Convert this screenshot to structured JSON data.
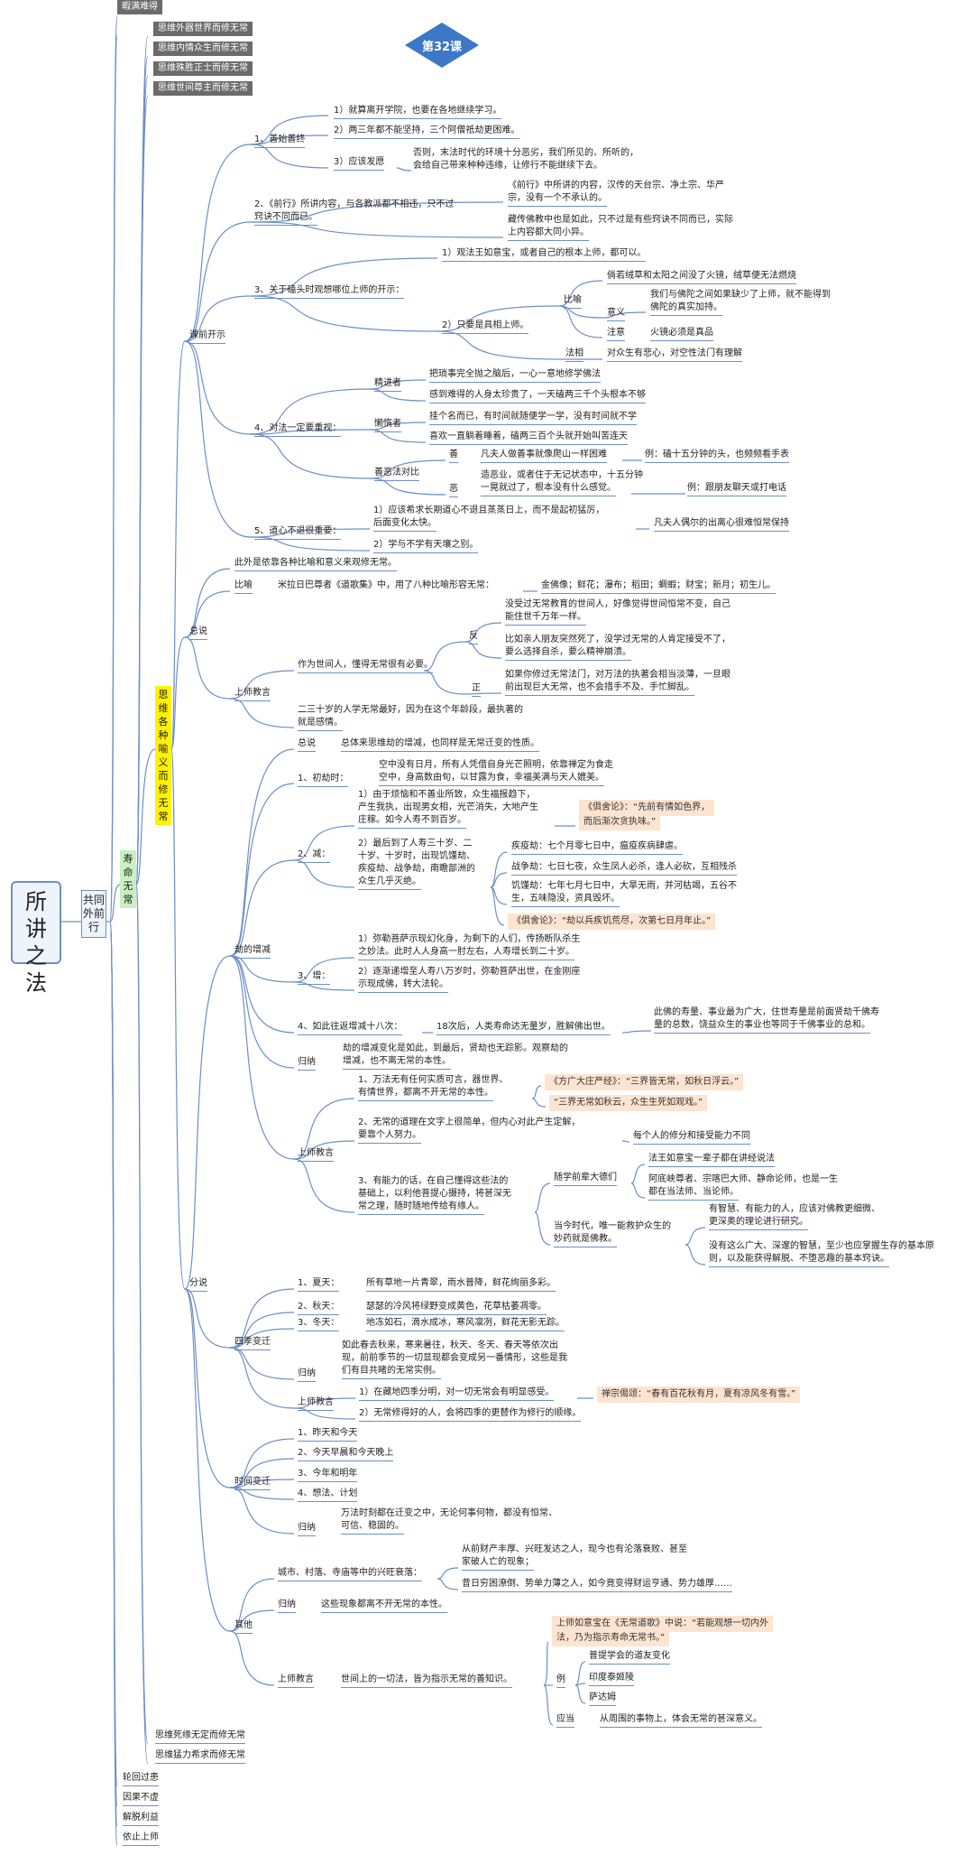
{
  "title": "第32课",
  "root": "所讲之法",
  "l1": "共同外前行",
  "top_items": [
    "暇满难得",
    "思维外器世界而修无常",
    "思维内情众生而修无常",
    "思维殊胜正士而修无常",
    "思维世间尊主而修无常"
  ],
  "bottom_items": [
    "思维死缘无定而修无常",
    "思维猛力希求而修无常"
  ],
  "tail_items": [
    "轮回过患",
    "因果不虚",
    "解脱利益",
    "依止上师"
  ],
  "shouming": "寿命无常",
  "zhuwei": "思维各种喻义而修无常",
  "kqks": {
    "label": "课前开示",
    "s1": {
      "label": "1、善始善终",
      "items": [
        "1）就算离开学院，也要在各地继续学习。",
        "2）两三年都不能坚持，三个阿僧祇劫更困难。",
        "3）应该发愿"
      ],
      "note": [
        "否则，末法时代的环境十分恶劣，我们所见的、所听的，",
        "会给自己带来种种违缘，让修行不能继续下去。"
      ]
    },
    "s2": {
      "label": [
        "2、《前行》所讲内容，与各教派都不相违，只不过",
        "窍诀不同而已。"
      ],
      "items": [
        [
          "《前行》中所讲的内容，汉传的天台宗、净土宗、华严",
          "宗，没有一个不承认的。"
        ],
        [
          "藏传佛教中也是如此，只不过是有些窍诀不同而已，实际",
          "上内容都大同小异。"
        ]
      ]
    },
    "s3": {
      "label": "3、关于磕头时观想哪位上师的开示：",
      "a": "1）观法王如意宝，或者自己的根本上师，都可以。",
      "b": "2）只要是具相上师。",
      "biyu": "比喻",
      "fuxiang": "法相",
      "yu": "倘若绒草和太阳之间没了火镜，绒草便无法燃烧",
      "yi": "意义",
      "yi_text": [
        "我们与佛陀之间如果缺少了上师，就不能得到",
        "佛陀的真实加持。"
      ],
      "zhuyi": "注意",
      "zhuyi_text": "火镜必须是真品",
      "fx_text": "对众生有悲心，对空性法门有理解"
    },
    "s4": {
      "label": "4、对法一定要重视：",
      "jjz": "精进者",
      "jjz_items": [
        "把琐事完全抛之脑后，一心一意地修学佛法",
        "感到难得的人身太珍贵了，一天磕两三千个头根本不够"
      ],
      "ldz": "懒惰者",
      "ldz_items": [
        "挂个名而已，有时间就随便学一学，没有时间就不学",
        "喜欢一直躺着睡着，磕两三百个头就开始叫苦连天"
      ],
      "se": "善恶法对比",
      "shan": "善",
      "shan_text": "凡夫人做善事就像爬山一样困难",
      "shan_ex": "例：磕十五分钟的头，也频频看手表",
      "e": "恶",
      "e_text": [
        "造恶业，或者住于无记状态中，十五分钟",
        "一晃就过了，根本没有什么感觉。"
      ],
      "e_ex": "例：跟朋友聊天或打电话"
    },
    "s5": {
      "label": "5、道心不退很重要：",
      "a": [
        "1）应该希求长期道心不退且蒸蒸日上，而不是起初猛厉，",
        "后面变化太快。"
      ],
      "a_note": "凡夫人偶尔的出离心很难恒常保持",
      "b": "2）学与不学有天壤之别。"
    }
  },
  "zongshuo": {
    "label": "总说",
    "intro": "此外是依靠各种比喻和意义来观修无常。",
    "biyu": "比喻",
    "biyu_text": "米拉日巴尊者《道歌集》中，用了八种比喻形容无常：",
    "biyu_list": "金佛像；鲜花；瀑布；稻田；蜩蝦；财宝；新月；初生儿。",
    "sjj": "上师教言",
    "sjj_a": "作为世间人，懂得无常很有必要。",
    "fan": "反",
    "fan_items": [
      [
        "没受过无常教育的世间人，好像觉得世间恒常不变，自己",
        "能住世千万年一样。"
      ],
      [
        "比如亲人朋友突然死了，没学过无常的人肯定接受不了，",
        "要么选择自杀，要么精神崩溃。"
      ]
    ],
    "zheng": "正",
    "zheng_text": [
      "如果你修过无常法门，对万法的执著会相当淡薄，一旦眼",
      "前出现巨大无常，也不会措手不及、手忙脚乱。"
    ],
    "sjj_b": [
      "二三十岁的人学无常最好，因为在这个年龄段，最执著的",
      "就是感情。"
    ]
  },
  "jie": {
    "label": "劫的增减",
    "zs": "总说",
    "zs_text": "总体来思维劫的增减，也同样是无常迁变的性质。",
    "cj": "1、初劫时：",
    "cj_text": [
      "空中没有日月，所有人凭借自身光芒照明，依靠禅定为食走",
      "空中，身高数由旬，以甘露为食，幸福美满与天人媲美。"
    ],
    "jian": "2、减：",
    "jian_a": [
      "1）由于烦恼和不善业所致，众生福报趋下，",
      "产生我执，出现男女相，光芒消失，大地产生",
      "庄稼。如今人寿不到百岁。"
    ],
    "jian_a_quote": [
      "《俱舍论》：“先前有情如色界，",
      "而后渐次贪执味。”"
    ],
    "jian_b": [
      "2）最后到了人寿三十岁、二",
      "十岁、十岁时，出现饥馑劫、",
      "疾疫劫、战争劫，南瞻部洲的",
      "众生几乎灭绝。"
    ],
    "jibing": "疾疫劫：七个月零七日中，瘟疫疾病肆虐。",
    "zhanzheng": "战争劫：七日七夜，众生凤人必杀，逢人必砍，互相残杀",
    "jijin": [
      "饥馑劫：七年七月七日中，大旱无雨，并河枯竭，五谷不",
      "生，五味隐没，资具毁坏。"
    ],
    "jian_b_quote": "《俱舍论》：“劫以兵疾饥荒尽，次第七日月年止。”",
    "zeng": "3、增：",
    "zeng_a": [
      "1）弥勒菩萨示现幻化身，为剩下的人们，传扬断队杀生",
      "之妙法。此时人人身高一肘左右，人寿增长到二十岁。"
    ],
    "zeng_b": [
      "2）逐渐递增至人寿八万岁时，弥勒菩萨出世，在金刚座",
      "示现成佛，转大法轮。"
    ],
    "wang": "4、如此往返增减十八次：",
    "wang_a": "18次后，人类寿命达无量岁，胜解佛出世。",
    "wang_b": [
      "此佛的寿量、事业最为广大，住世寿量是前面贤劫千佛寿",
      "量的总数，饶益众生的事业也等同于千佛事业的总和。"
    ],
    "gn": "归纳",
    "gn_text": [
      "劫的增减变化是如此，到最后，贤劫也无踪影。观察劫的",
      "增减，也不离无常的本性。"
    ],
    "sj": "上师教言",
    "sj1": [
      "1、万法无有任何实质可言，器世界、",
      "有情世界，都离不开无常的本性。"
    ],
    "sj1_q1": "《方广大庄严经》：“三界皆无常，如秋日浮云。”",
    "sj1_q2": "“三界无常如秋云，众生生死如观戏。”",
    "sj2": [
      "2、无常的道理在文字上很简单，但内心对此产生定解，",
      "要靠个人努力。"
    ],
    "sj2_note": "每个人的修分和接受能力不同",
    "sj3": [
      "3、有能力的话，在自己懂得这些法的",
      "基础上，以利他菩提心摄持，将甚深无",
      "常之理，随时随地传给有缘人。"
    ],
    "sx": "随学前辈大德们",
    "sx1": "法王如意宝一辈子都在讲经说法",
    "sx2": [
      "阿底峡尊者、宗喀巴大师、静命论师，也是一生",
      "都在当法师、当论师。"
    ],
    "dj": [
      "当今时代，唯一能救护众生的",
      "妙药就是佛教。"
    ],
    "dj1": [
      "有智慧、有能力的人，应该对佛教更细微、",
      "更深奥的理论进行研究。"
    ],
    "dj2": [
      "没有这么广大、深邃的智慧，至少也应掌握生存的基本原",
      "则，以及能获得解脱、不堕恶趣的基本窍诀。"
    ]
  },
  "fenshuo": "分说",
  "siji": {
    "label": "四季变迁",
    "xia": "1、夏天：",
    "xia_t": "所有草地一片青翠，雨水普降，鲜花绚丽多彩。",
    "qiu": "2、秋天：",
    "qiu_t": "瑟瑟的冷风将绿野变成黄色，花草枯萎凋零。",
    "dong": "3、冬天：",
    "dong_t": "地冻如石，滴水成冰，寒风凛冽，鲜花无影无踪。",
    "gn": "归纳",
    "gn_t": [
      "如此春去秋来，寒来暑往，秋天、冬天、春天等依次出",
      "现，前前季节的一切显现都会变成另一番情形，这些是我",
      "们有目共睹的无常实例。"
    ],
    "sj": "上师教言",
    "sj1": "1）在藏地四季分明，对一切无常会有明显感受。",
    "sj1_q": "禅宗偈颂：“春有百花秋有月，夏有凉风冬有雪。”",
    "sj2": "2）无常修得好的人，会将四季的更替作为修行的顺缘。"
  },
  "shijian": {
    "label": "时间变迁",
    "items": [
      "1、昨天和今天",
      "2、今天早晨和今天晚上",
      "3、今年和明年",
      "4、想法、计划"
    ],
    "gn": "归纳",
    "gn_t": [
      "万法时刻都在迁变之中，无论何事何物，都没有恒常、",
      "可信、稳固的。"
    ]
  },
  "qita": {
    "label": "其他",
    "cs": "城市、村落、寺庙等中的兴旺衰落：",
    "cs1": [
      "从前财产丰厚、兴旺发达之人，现今也有沦落衰败、甚至",
      "家破人亡的现象；"
    ],
    "cs2": "昔日穷困潦倒、势单力薄之人，如今竟变得财运亨通、势力雄厚……",
    "gn": "归纳",
    "gn_t": "这些现象都离不开无常的本性。",
    "sj": "上师教言",
    "sj_t": "世间上的一切法，皆为指示无常的善知识。",
    "q": [
      "上师如意宝在《无常道歌》中说：“若能观想一切内外",
      "法，乃为指示寿命无常书。”"
    ],
    "li": "例",
    "li_items": [
      "普提学会的道友变化",
      "印度泰姬陵",
      "萨达姆"
    ],
    "yd": "应当",
    "yd_t": "从周围的事物上，体会无常的甚深意义。"
  }
}
